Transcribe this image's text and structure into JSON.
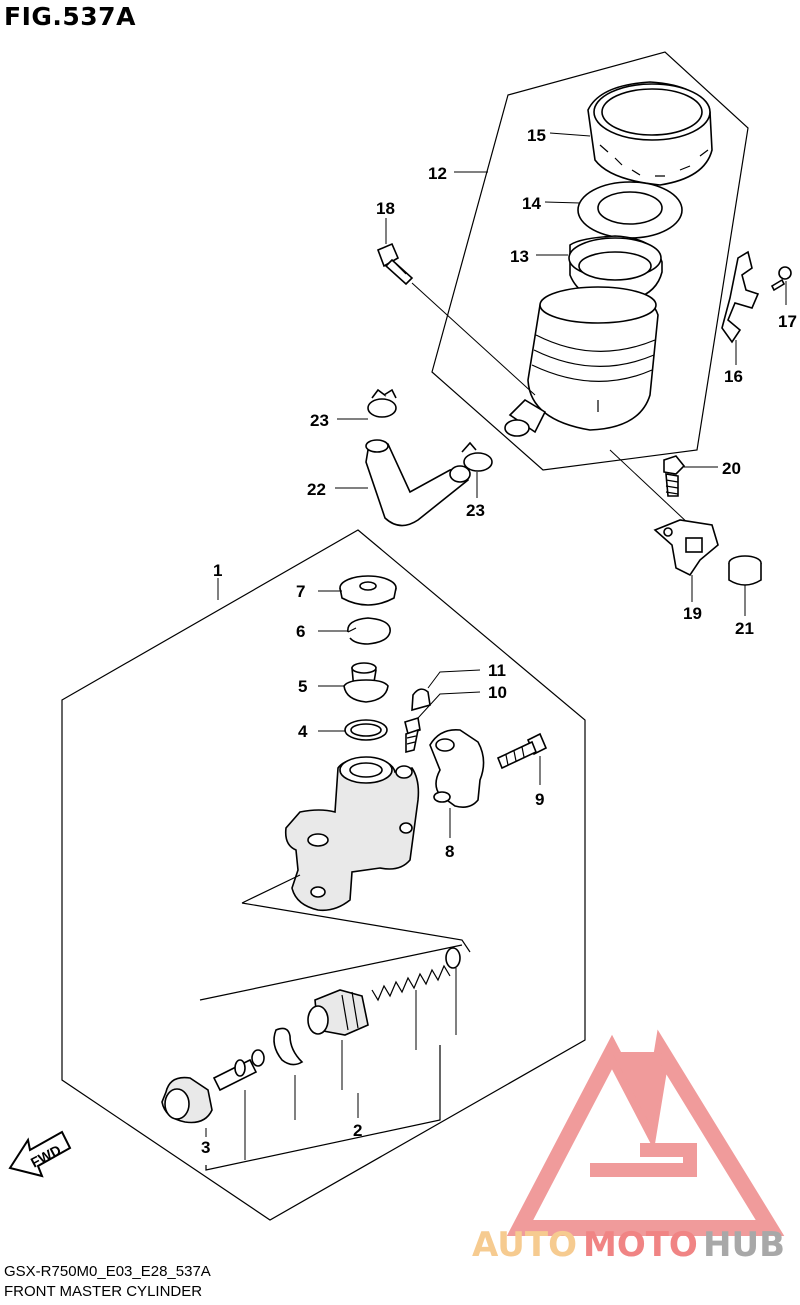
{
  "figure": {
    "title": "FIG.537A",
    "code": "GSX-R750M0_E03_E28_537A",
    "name": "FRONT MASTER CYLINDER"
  },
  "callouts": {
    "p1": "1",
    "p2": "2",
    "p3": "3",
    "p4": "4",
    "p5": "5",
    "p6": "6",
    "p7": "7",
    "p8": "8",
    "p9": "9",
    "p10": "10",
    "p11": "11",
    "p12": "12",
    "p13": "13",
    "p14": "14",
    "p15": "15",
    "p16": "16",
    "p17": "17",
    "p18": "18",
    "p19": "19",
    "p20": "20",
    "p21": "21",
    "p22": "22",
    "p23a": "23",
    "p23b": "23"
  },
  "fwd_label": "FWD",
  "watermark": {
    "auto": "AUTO",
    "moto": "MOTO",
    "hub": "HUB",
    "colors": {
      "auto": "#f5c27d",
      "moto": "#ee6f6f",
      "hub": "#9a9a9a"
    }
  }
}
